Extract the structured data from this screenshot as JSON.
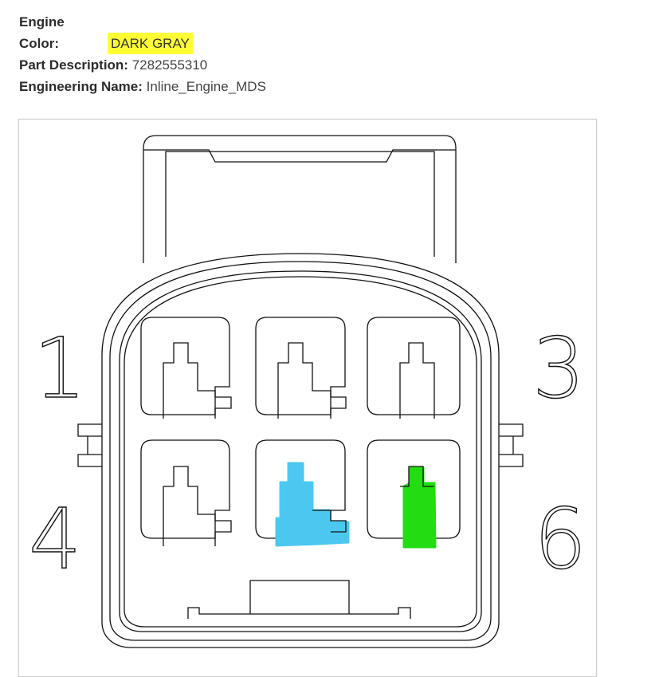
{
  "header": {
    "title": "Engine",
    "color_label": "Color:",
    "color_value": "DARK GRAY",
    "part_label": "Part Description:",
    "part_value": "7282555310",
    "eng_label": "Engineering Name:",
    "eng_value": "Inline_Engine_MDS"
  },
  "connector": {
    "pins": [
      {
        "number": "1"
      },
      {
        "number": "3"
      },
      {
        "number": "4"
      },
      {
        "number": "6"
      }
    ],
    "highlight_colors": {
      "blue": "#4cc8f0",
      "green": "#22dd11"
    }
  }
}
